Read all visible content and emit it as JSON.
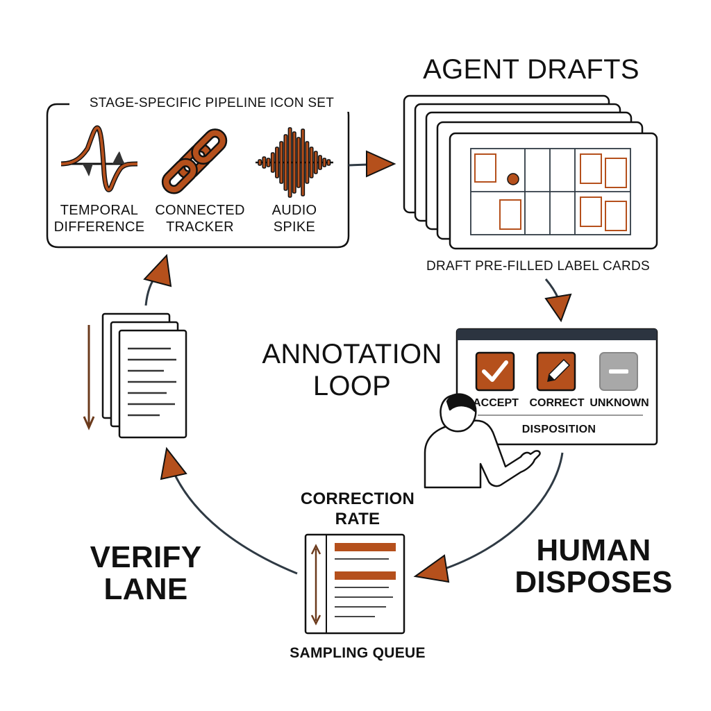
{
  "icon_set": {
    "title": "STAGE-SPECIFIC PIPELINE ICON SET",
    "items": [
      {
        "icon": "temporal-difference-waveform-icon",
        "label": "TEMPORAL\nDIFFERENCE"
      },
      {
        "icon": "chain-link-icon",
        "label": "CONNECTED\nTRACKER"
      },
      {
        "icon": "audio-spike-waveform-icon",
        "label": "AUDIO\nSPIKE"
      }
    ]
  },
  "agent_drafts": {
    "title": "AGENT DRAFTS",
    "caption": "DRAFT PRE-FILLED LABEL CARDS"
  },
  "loop": {
    "title": "ANNOTATION\nLOOP"
  },
  "disposition": {
    "buttons": [
      {
        "label": "ACCEPT",
        "icon": "checkmark-icon"
      },
      {
        "label": "CORRECT",
        "icon": "pencil-icon"
      },
      {
        "label": "UNKNOWN",
        "icon": "minus-icon"
      }
    ],
    "caption": "DISPOSITION"
  },
  "human_disposes": {
    "label": "HUMAN\nDISPOSES"
  },
  "sampling": {
    "correction_rate": "CORRECTION\nRATE",
    "queue_label": "SAMPLING QUEUE"
  },
  "verify_lane": {
    "label": "VERIFY\nLANE"
  },
  "colors": {
    "accent": "#b5501c",
    "ink": "#111111",
    "arrow_line": "#2f3a44",
    "unknown_gray": "#a8a8a8",
    "panel_header": "#2c3440"
  }
}
